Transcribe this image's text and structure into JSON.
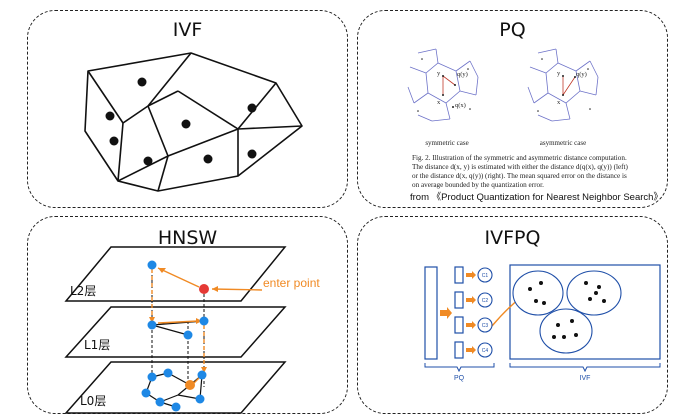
{
  "panels": {
    "ivf": {
      "title": "IVF"
    },
    "pq": {
      "title": "PQ",
      "case_left": "symmetric case",
      "case_right": "asymmetric case",
      "labels_left": {
        "y": "y",
        "qy": "q(y)",
        "x": "x",
        "qx": "q(x)"
      },
      "labels_right": {
        "y": "y",
        "qy": "q(y)",
        "x": "x"
      },
      "caption_line1": "Fig. 2.   Illustration of the symmetric and asymmetric distance computation.",
      "caption_line2": "The distance d(x, y) is estimated with either the distance d(q(x), q(y)) (left)",
      "caption_line3": "or the distance d(x, q(y)) (right). The mean squared error on the distance is",
      "caption_line4": "on average bounded by the quantization error.",
      "source": "from 《Product Quantization for Nearest Neighbor Search》"
    },
    "hnsw": {
      "title": "HNSW",
      "layer_l2": "L2层",
      "layer_l1": "L1层",
      "layer_l0": "L0层",
      "enter_point": "enter point",
      "colors": {
        "node": "#1e88e5",
        "enter": "#e53935",
        "accent": "#f08a24"
      }
    },
    "ivfpq": {
      "title": "IVFPQ",
      "codes": [
        "C1",
        "C2",
        "C3",
        "C4"
      ],
      "label_pq": "PQ",
      "label_ivf": "IVF",
      "colors": {
        "line": "#1f4fa8",
        "arrow": "#f08a24"
      }
    }
  }
}
